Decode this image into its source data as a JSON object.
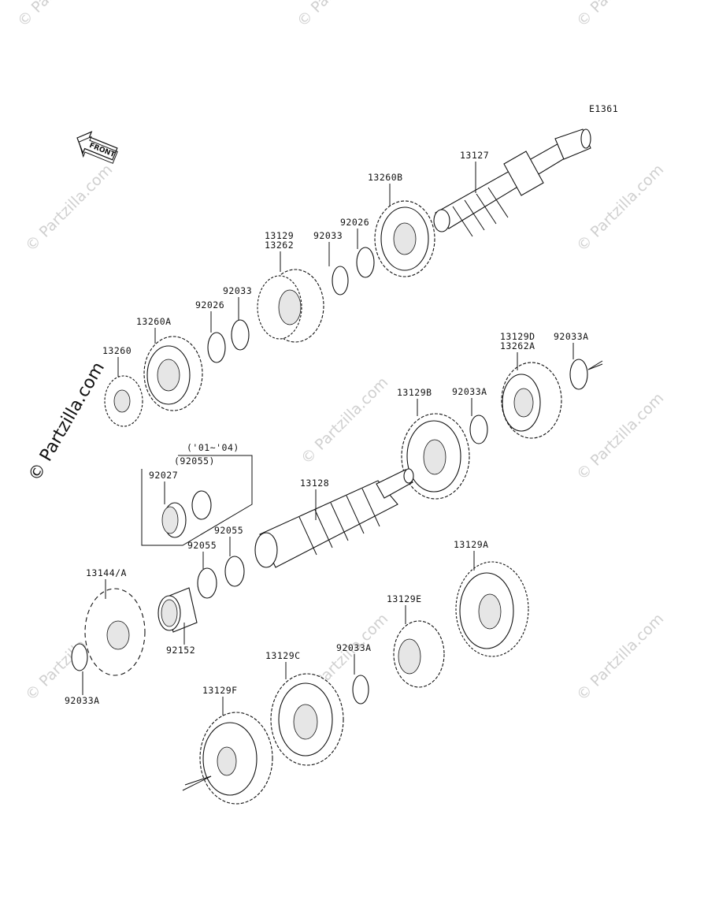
{
  "diagram_code": "E1361",
  "front_label": "FRONT",
  "watermark": "© Partzilla.com",
  "bracket_note_years": "('01~'04)",
  "bracket_note_part": "(92055)",
  "labels": [
    {
      "id": "13127",
      "text": "13127"
    },
    {
      "id": "13260B",
      "text": "13260B"
    },
    {
      "id": "92026a",
      "text": "92026"
    },
    {
      "id": "92033a",
      "text": "92033"
    },
    {
      "id": "13129",
      "text": "13129"
    },
    {
      "id": "13262",
      "text": "13262"
    },
    {
      "id": "92033b",
      "text": "92033"
    },
    {
      "id": "92026b",
      "text": "92026"
    },
    {
      "id": "13260A",
      "text": "13260A"
    },
    {
      "id": "13260",
      "text": "13260"
    },
    {
      "id": "13129D",
      "text": "13129D"
    },
    {
      "id": "13262A",
      "text": "13262A"
    },
    {
      "id": "92033A_a",
      "text": "92033A"
    },
    {
      "id": "92033A_b",
      "text": "92033A"
    },
    {
      "id": "13129B",
      "text": "13129B"
    },
    {
      "id": "92027",
      "text": "92027"
    },
    {
      "id": "13128",
      "text": "13128"
    },
    {
      "id": "92055a",
      "text": "92055"
    },
    {
      "id": "92055b",
      "text": "92055"
    },
    {
      "id": "13129A",
      "text": "13129A"
    },
    {
      "id": "13144A",
      "text": "13144/A"
    },
    {
      "id": "13129E",
      "text": "13129E"
    },
    {
      "id": "92152",
      "text": "92152"
    },
    {
      "id": "92033A_c",
      "text": "92033A"
    },
    {
      "id": "13129C",
      "text": "13129C"
    },
    {
      "id": "92033A_d",
      "text": "92033A"
    },
    {
      "id": "13129F",
      "text": "13129F"
    }
  ]
}
